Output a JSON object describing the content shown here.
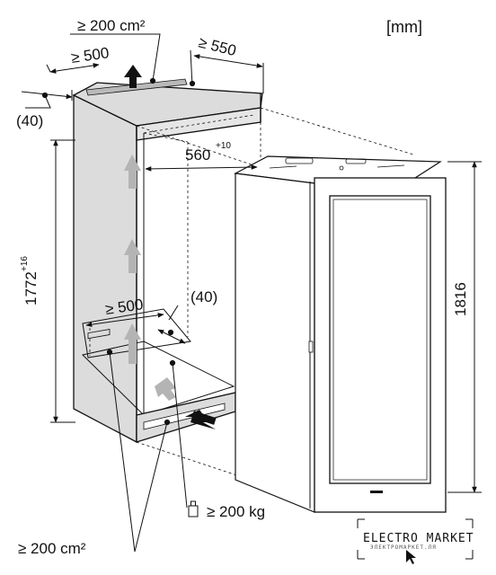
{
  "units": "[mm]",
  "labels": {
    "vent_top_area": "≥ 200 cm²",
    "niche_depth": "≥ 550",
    "top_width": "≥ 500",
    "clearance": "(40)",
    "niche_width": "560",
    "niche_width_tol": "+10",
    "niche_height": "1772",
    "niche_height_tol": "+16",
    "base_width": "≥ 500",
    "base_clearance": "(40)",
    "appliance_height": "1816",
    "load": "≥ 200 kg",
    "vent_bottom_area": "≥ 200 cm²"
  },
  "watermark": {
    "title": "ELECTRO MARKET",
    "subtitle": "ЭЛЕКТРОМАРКЕТ.ЛЯ"
  },
  "colors": {
    "line": "#111111",
    "cabinet_fill": "#dcdcdc",
    "arrow_light": "#b4b4b4",
    "arrow_dark": "#111111"
  }
}
